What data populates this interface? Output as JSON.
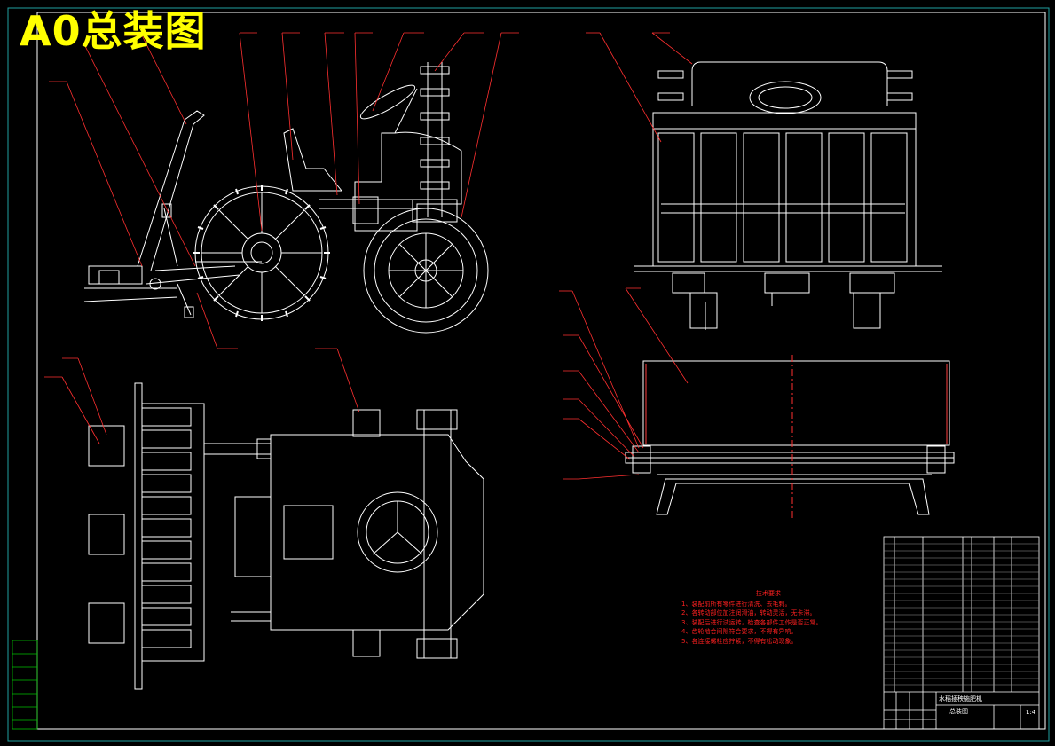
{
  "title_overlay": "A0总装图",
  "colors": {
    "background": "#000000",
    "line_white": "#ffffff",
    "leader_red": "#ff3030",
    "border_cyan": "#20a0a0",
    "title_yellow": "#ffff00",
    "side_green": "#00c000",
    "magenta": "#ff00ff"
  },
  "tech_requirements": {
    "title": "技术要求",
    "lines": [
      "1、装配前所有零件进行清洗、去毛刺。",
      "2、各转动部位加注润滑油，转动灵活，无卡滞。",
      "3、装配后进行试运转，检查各部件工作是否正常。",
      "4、齿轮啮合间隙符合要求，不得有异响。",
      "5、各连接螺栓应拧紧，不得有松动现象。"
    ]
  },
  "title_block": {
    "name_line1": "水稻插秧施肥机",
    "name_line2": "总装图",
    "scale": "1:4"
  }
}
